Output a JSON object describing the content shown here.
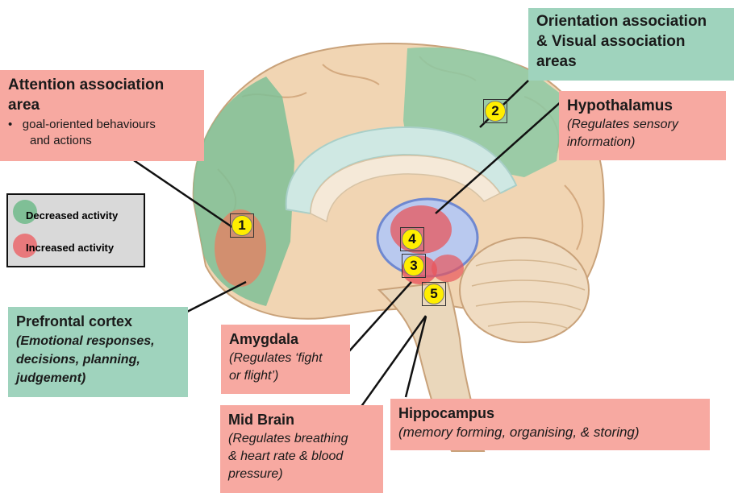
{
  "labels": {
    "attention": {
      "title_line1": "Attention association",
      "title_line2": "area",
      "bullet_line1": "goal-oriented  behaviours",
      "bullet_line2": "and actions"
    },
    "orientation": {
      "title_line1": "Orientation association",
      "title_line2": "& Visual association",
      "title_line3": "areas"
    },
    "hypothalamus": {
      "title": "Hypothalamus",
      "desc_line1": "(Regulates  sensory",
      "desc_line2": "information)"
    },
    "prefrontal": {
      "title": "Prefrontal cortex",
      "desc_line1": "(Emotional  responses,",
      "desc_line2": "decisions,  planning,",
      "desc_line3": "judgement)"
    },
    "amygdala": {
      "title": "Amygdala",
      "desc_line1": "(Regulates ‘fight",
      "desc_line2": "or flight’)"
    },
    "midbrain": {
      "title": "Mid Brain",
      "desc_line1": "(Regulates  breathing",
      "desc_line2": "& heart rate & blood",
      "desc_line3": "pressure)"
    },
    "hippocampus": {
      "title": "Hippocampus",
      "desc": "(memory forming, organising, & storing)"
    }
  },
  "legend": {
    "decreased": "Decreased activity",
    "increased": "Increased activity"
  },
  "markers": [
    "1",
    "2",
    "3",
    "4",
    "5"
  ],
  "colors": {
    "increased_box": "#f7a9a1",
    "decreased_box": "#9fd3bd",
    "marker": "#ffee00"
  }
}
